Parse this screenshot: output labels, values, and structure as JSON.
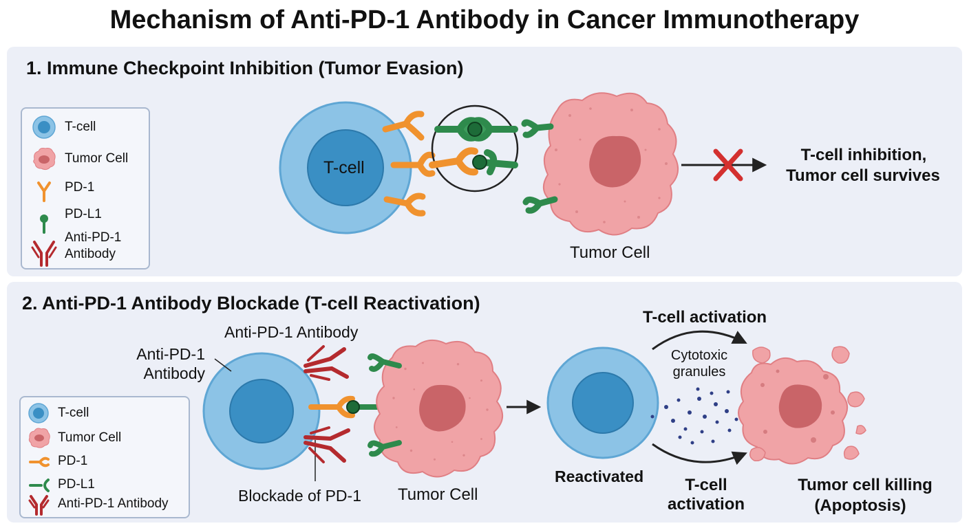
{
  "title": "Mechanism of Anti-PD-1 Antibody in Cancer Immunotherapy",
  "panel1": {
    "heading": "1. Immune Checkpoint Inhibition (Tumor Evasion)",
    "tcell_label": "T-cell",
    "tumor_label": "Tumor Cell",
    "outcome_line1": "T-cell inhibition,",
    "outcome_line2": "Tumor cell survives",
    "legend": [
      {
        "icon": "tcell-icon",
        "label": "T-cell"
      },
      {
        "icon": "tumor-cell-icon",
        "label": "Tumor Cell"
      },
      {
        "icon": "pd1-icon",
        "label": "PD-1"
      },
      {
        "icon": "pdl1-icon",
        "label": "PD-L1"
      },
      {
        "icon": "antibody-icon",
        "label": "Anti-PD-1\nAntibody"
      }
    ]
  },
  "panel2": {
    "heading": "2. Anti-PD-1 Antibody Blockade (T-cell Reactivation)",
    "antibody_label_top": "Anti-PD-1 Antibody",
    "antibody_label_side_1": "Anti-PD-1",
    "antibody_label_side_2": "Antibody",
    "blockade_label": "Blockade of PD-1",
    "tumor_label": "Tumor Cell",
    "reactivated_label": "Reactivated",
    "activation_top": "T-cell activation",
    "granules_1": "Cytotoxic",
    "granules_2": "granules",
    "activation_bottom_1": "T-cell",
    "activation_bottom_2": "activation",
    "killing_1": "Tumor cell killing",
    "killing_2": "(Apoptosis)",
    "legend": [
      {
        "icon": "tcell-icon",
        "label": "T-cell"
      },
      {
        "icon": "tumor-cell-icon",
        "label": "Tumor Cell"
      },
      {
        "icon": "pd1-icon",
        "label": "PD-1"
      },
      {
        "icon": "pdl1-icon",
        "label": "PD-L1"
      },
      {
        "icon": "antibody-icon",
        "label": "Anti-PD-1 Antibody"
      }
    ]
  },
  "colors": {
    "tcell_outer": "#8cc3e6",
    "tcell_inner": "#3a8fc4",
    "tumor": "#f0a3a6",
    "tumor_nucleus": "#c96468",
    "pd1": "#f0922e",
    "pdl1": "#2e8a4c",
    "antibody": "#b42a2e",
    "inhibit_x": "#d3302f",
    "granules": "#2f3f86"
  }
}
